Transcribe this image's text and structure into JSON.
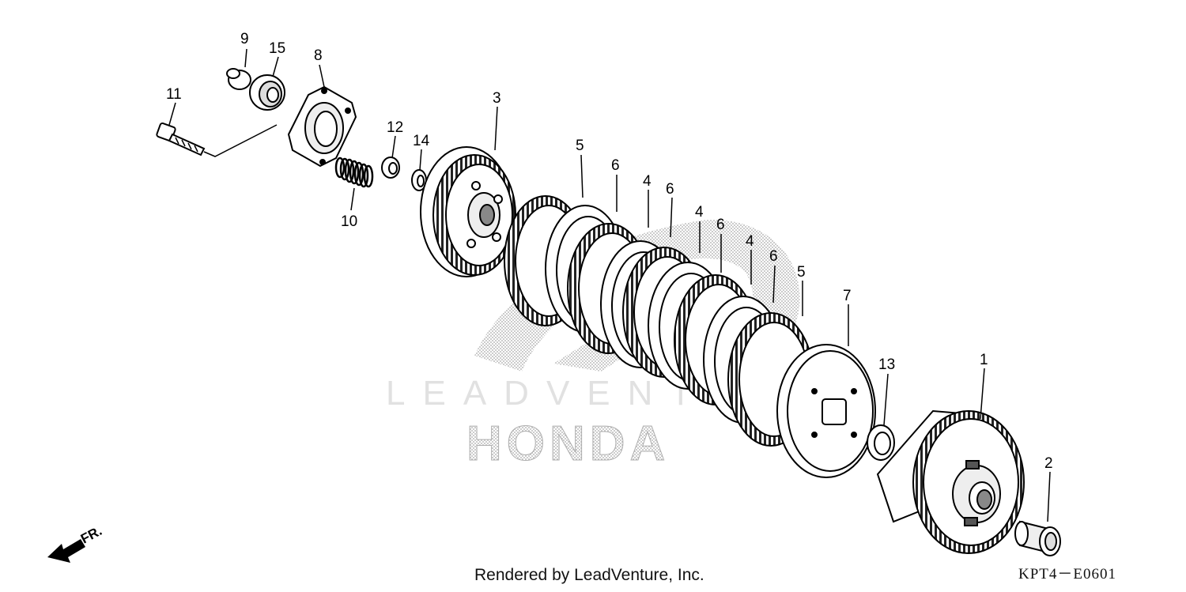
{
  "diagram": {
    "callouts": [
      {
        "id": "9",
        "text": "9"
      },
      {
        "id": "15",
        "text": "15"
      },
      {
        "id": "8",
        "text": "8"
      },
      {
        "id": "11",
        "text": "11"
      },
      {
        "id": "12",
        "text": "12"
      },
      {
        "id": "14",
        "text": "14"
      },
      {
        "id": "10",
        "text": "10"
      },
      {
        "id": "3",
        "text": "3"
      },
      {
        "id": "5a",
        "text": "5"
      },
      {
        "id": "6a",
        "text": "6"
      },
      {
        "id": "4a",
        "text": "4"
      },
      {
        "id": "6b",
        "text": "6"
      },
      {
        "id": "4b",
        "text": "4"
      },
      {
        "id": "6c",
        "text": "6"
      },
      {
        "id": "4c",
        "text": "4"
      },
      {
        "id": "6d",
        "text": "6"
      },
      {
        "id": "5b",
        "text": "5"
      },
      {
        "id": "7",
        "text": "7"
      },
      {
        "id": "13",
        "text": "13"
      },
      {
        "id": "1",
        "text": "1"
      },
      {
        "id": "2",
        "text": "2"
      }
    ],
    "direction_label": "FR.",
    "watermark_brand": "HONDA",
    "watermark_text": "LEADVENTURE",
    "footer_credit": "Rendered by LeadVenture, Inc.",
    "diagram_code": "KPT4－E0601"
  }
}
